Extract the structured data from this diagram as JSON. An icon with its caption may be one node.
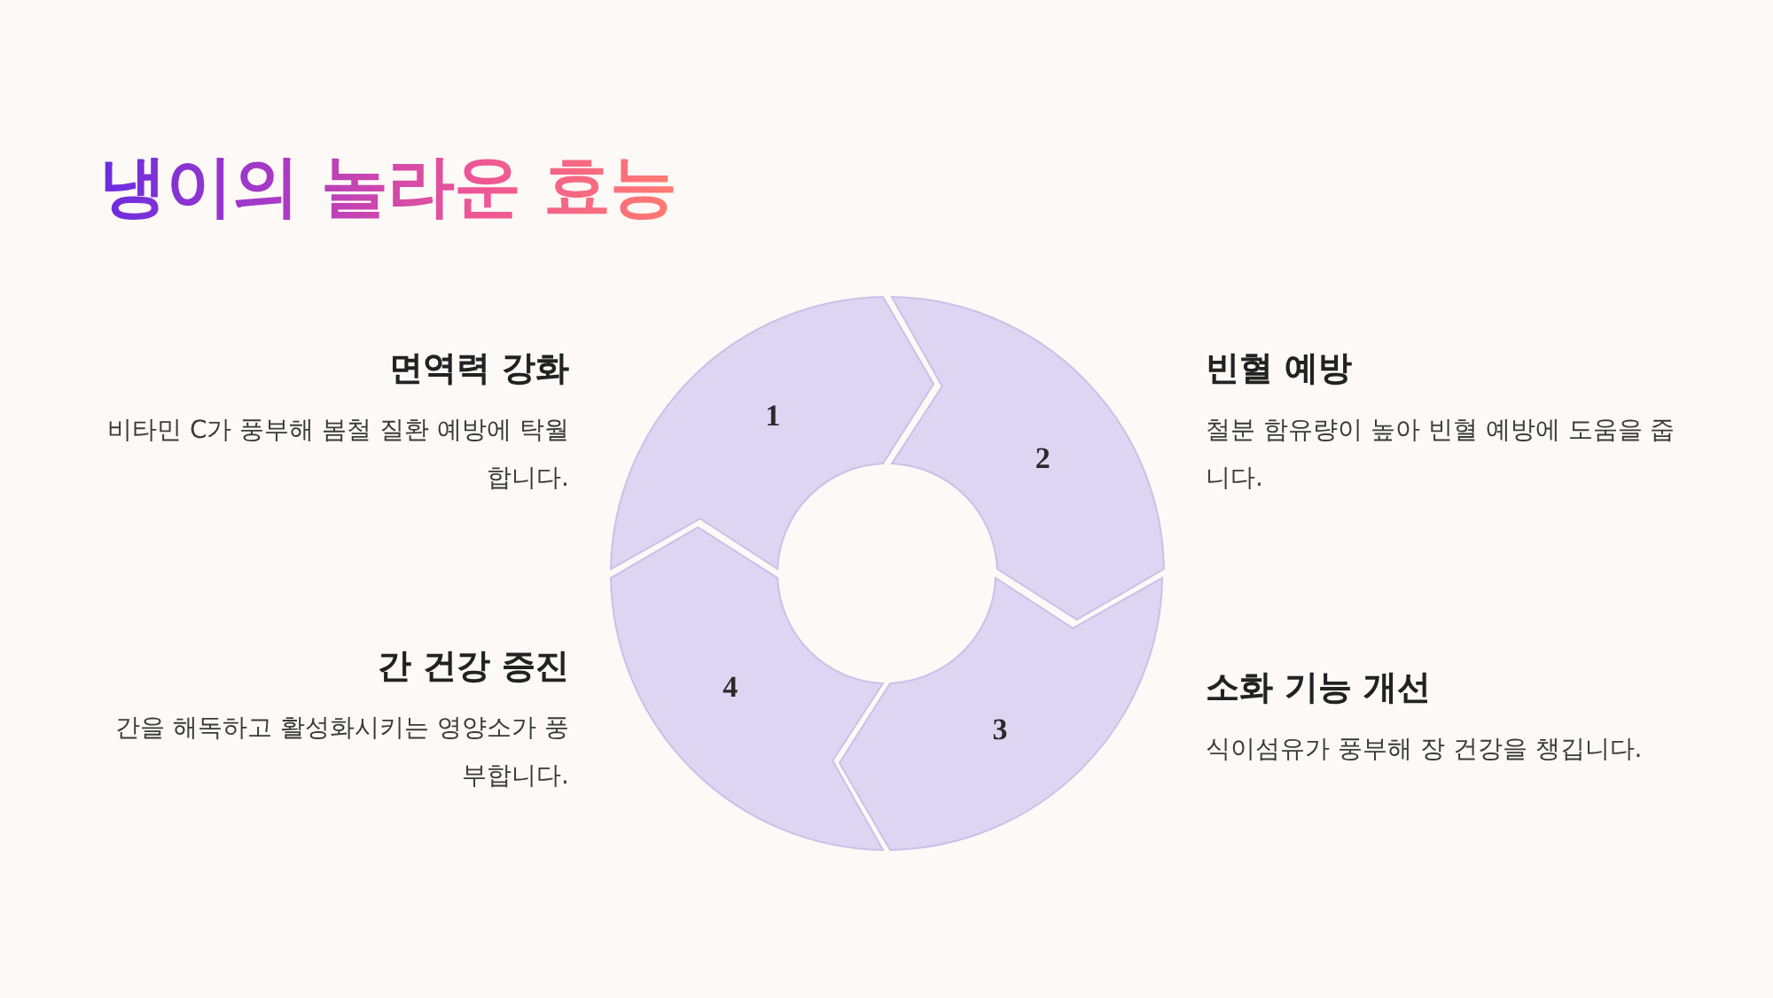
{
  "diagram": {
    "title": "냉이의 놀라운 효능",
    "nodes": [
      {
        "text": [
          "1"
        ],
        "beside": [
          "면역력 강화",
          "비타민 C가 풍부해 봄철 질환 예방에 탁월합니다."
        ]
      },
      {
        "text": [
          "2"
        ],
        "beside": [
          "빈혈 예방",
          "철분 함유량이 높아 빈혈 예방에 도움을 줍니다."
        ]
      },
      {
        "text": [
          "3"
        ],
        "beside": [
          "소화 기능 개선",
          "식이섬유가 풍부해 장 건강을 챙깁니다."
        ]
      },
      {
        "text": [
          "4"
        ],
        "beside": [
          "간 건강 증진",
          "간을 해독하고 활성화시키는 영양소가 풍부합니다."
        ]
      }
    ]
  }
}
